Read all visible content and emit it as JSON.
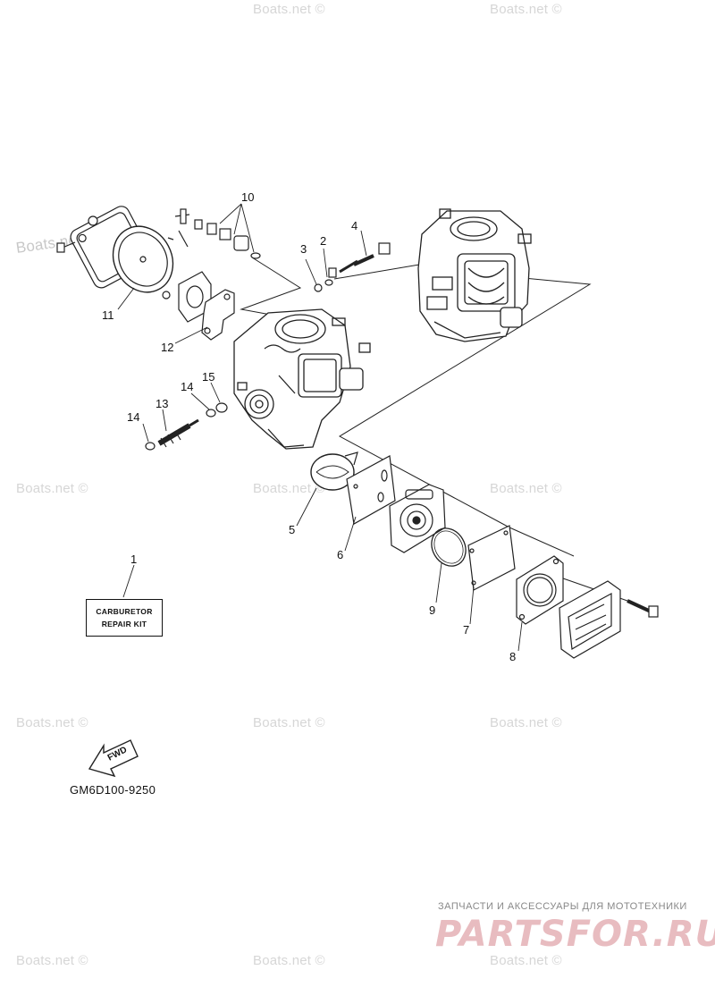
{
  "watermark": "Boats.net ©",
  "watermark_short": "Boats.net",
  "kit_label_line1": "CARBURETOR",
  "kit_label_line2": "REPAIR KIT",
  "fwd_label": "FWD",
  "diagram_code": "GM6D100-9250",
  "shop_tagline": "ЗАПЧАСТИ И АКСЕССУАРЫ ДЛЯ МОТОТЕХНИКИ",
  "shop_logo": "PARTSFOR.RU",
  "callouts": [
    "1",
    "2",
    "3",
    "4",
    "5",
    "6",
    "7",
    "8",
    "9",
    "10",
    "11",
    "12",
    "13",
    "14",
    "14",
    "15"
  ]
}
